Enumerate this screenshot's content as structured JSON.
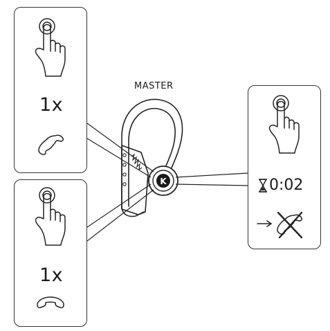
{
  "label_master": "MASTER",
  "panel_answer": {
    "count": "1x",
    "gesture_icon": "tap-finger-icon",
    "action_icon": "phone-pickup-icon"
  },
  "panel_end": {
    "count": "1x",
    "gesture_icon": "tap-finger-icon",
    "action_icon": "phone-hangup-icon"
  },
  "panel_reject": {
    "timer": "0:02",
    "timer_icon": "hourglass-icon",
    "gesture_icon": "tap-finger-icon",
    "action_icon": "reject-call-icon"
  },
  "logo_letter": "K"
}
